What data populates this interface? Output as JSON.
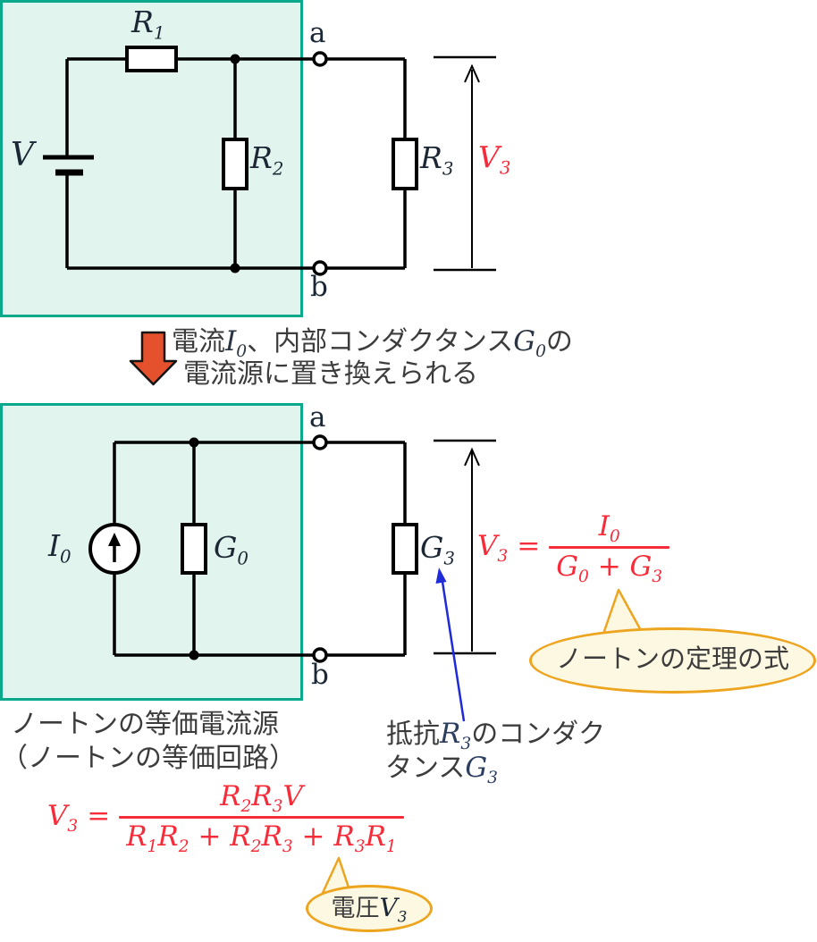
{
  "colors": {
    "circuit_box_fill": "#e2f4ee",
    "circuit_box_border": "#0ba98c",
    "formula_red": "#f72c3a",
    "callout_fill": "#fdf8e2",
    "callout_border": "#eda41f",
    "note_text": "#3c3c3c",
    "label_dark": "#1b2735",
    "math_navy": "#2c3e5e",
    "blue_arrow": "#1f2ad8",
    "orange_arrow": "#e5512c"
  },
  "top_circuit": {
    "voltage_source_label": "V",
    "r1": {
      "base": "R",
      "sub": "1"
    },
    "r2": {
      "base": "R",
      "sub": "2"
    },
    "r3": {
      "base": "R",
      "sub": "3"
    },
    "terminal_a": "a",
    "terminal_b": "b",
    "v3": {
      "base": "V",
      "sub": "3"
    }
  },
  "transform_note": {
    "line1_text1": "電流",
    "line1_math1": {
      "base": "I",
      "sub": "0"
    },
    "line1_text2": "、内部コンダクタンス",
    "line1_math2": {
      "base": "G",
      "sub": "0"
    },
    "line1_text3": "の",
    "line2": "電流源に置き換えられる"
  },
  "bottom_circuit": {
    "i0": {
      "base": "I",
      "sub": "0"
    },
    "g0": {
      "base": "G",
      "sub": "0"
    },
    "g3": {
      "base": "G",
      "sub": "3"
    },
    "terminal_a": "a",
    "terminal_b": "b"
  },
  "norton_formula": {
    "lhs": {
      "base": "V",
      "sub": "3"
    },
    "equals": "=",
    "numerator": {
      "base": "I",
      "sub": "0"
    },
    "den_t1": {
      "base": "G",
      "sub": "0"
    },
    "den_plus": "+",
    "den_t2": {
      "base": "G",
      "sub": "3"
    }
  },
  "norton_callout_label": "ノートンの定理の式",
  "equivalent_source_label": {
    "line1": "ノートンの等価電流源",
    "line2": "（ノートンの等価回路）"
  },
  "conductance_note": {
    "line1_text1": "抵抗",
    "line1_math": {
      "base": "R",
      "sub": "3"
    },
    "line1_text2": "のコンダク",
    "line2_text": "タンス",
    "line2_math": {
      "base": "G",
      "sub": "3"
    }
  },
  "voltage_formula": {
    "lhs": {
      "base": "V",
      "sub": "3"
    },
    "equals": "=",
    "num_t1": {
      "base": "R",
      "sub": "2"
    },
    "num_t2": {
      "base": "R",
      "sub": "3"
    },
    "num_t3": "V",
    "den_t1a": {
      "base": "R",
      "sub": "1"
    },
    "den_t1b": {
      "base": "R",
      "sub": "2"
    },
    "den_plus1": "+",
    "den_t2a": {
      "base": "R",
      "sub": "2"
    },
    "den_t2b": {
      "base": "R",
      "sub": "3"
    },
    "den_plus2": "+",
    "den_t3a": {
      "base": "R",
      "sub": "3"
    },
    "den_t3b": {
      "base": "R",
      "sub": "1"
    }
  },
  "voltage_callout": {
    "text": "電圧",
    "math": {
      "base": "V",
      "sub": "3"
    }
  }
}
